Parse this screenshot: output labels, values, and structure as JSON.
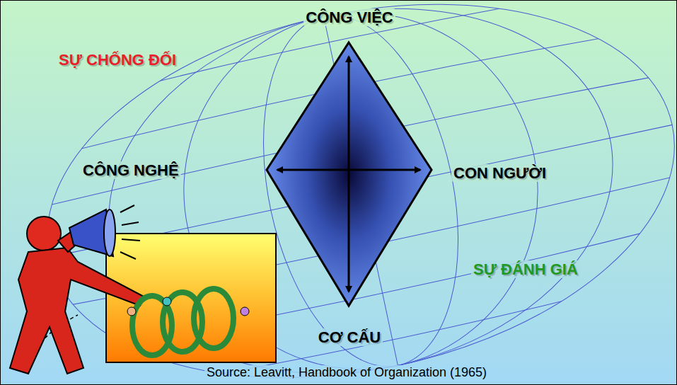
{
  "diagram": {
    "caption": "Source: Leavitt, Handbook of Organization (1965)",
    "labels": [
      "CÔNG VIỆC",
      "SỰ CHỐNG ĐỐI",
      "CÔNG NGHỆ",
      "CON NGƯỜI",
      "SỰ ĐÁNH GIÁ",
      "CƠ CẤU"
    ]
  }
}
